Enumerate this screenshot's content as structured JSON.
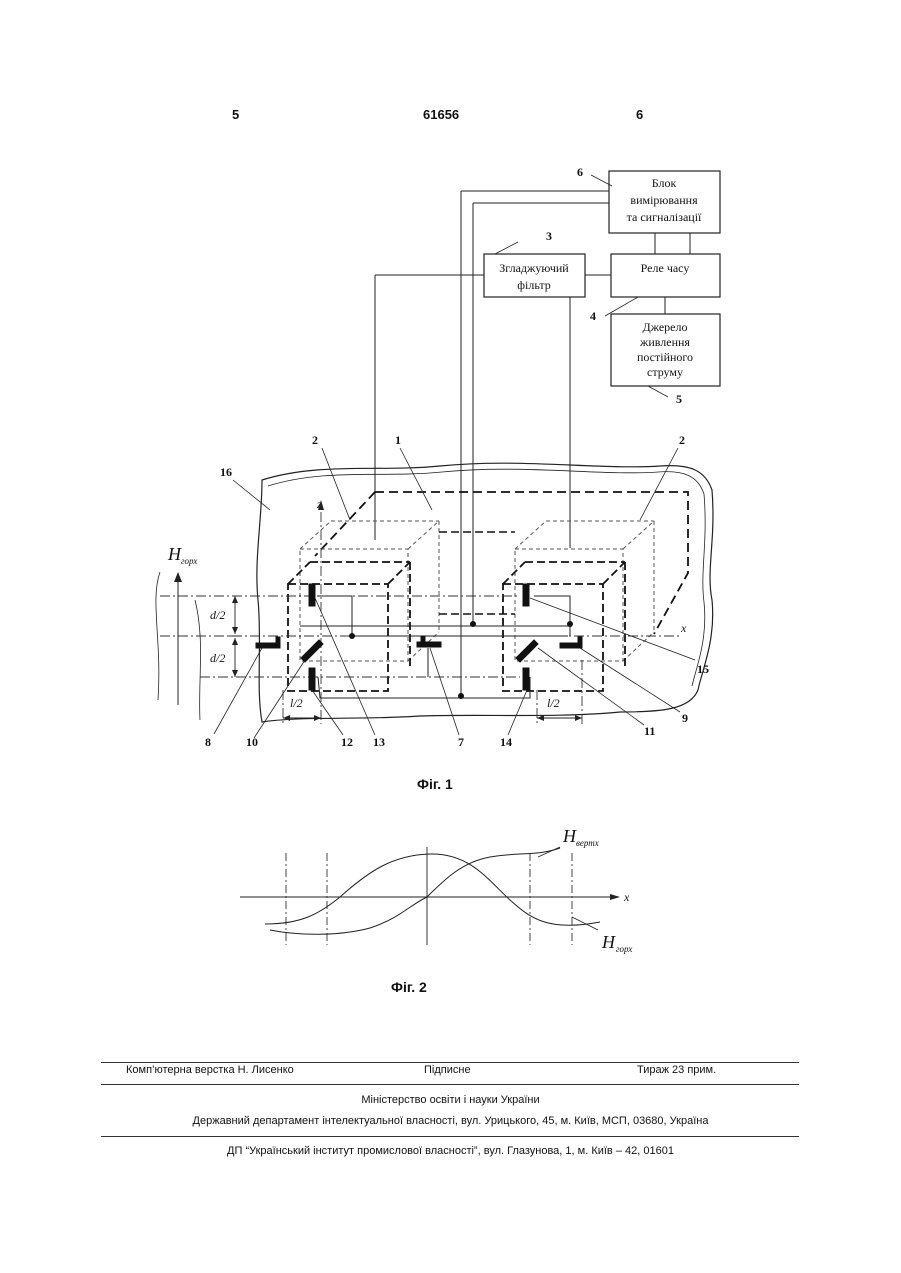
{
  "header": {
    "page_left": "5",
    "patent_number": "61656",
    "page_right": "6"
  },
  "figure1": {
    "caption": "Фіг. 1",
    "block_measure": [
      "Блок",
      "вимірювання",
      "та сигналізації"
    ],
    "block_filter": [
      "Згладжуючий",
      "фільтр"
    ],
    "block_relay": [
      "Реле часу"
    ],
    "block_power": [
      "Джерело",
      "живлення",
      "постійного",
      "струму"
    ],
    "axis_z": "z",
    "axis_x": "x",
    "h_horiz": {
      "base": "H",
      "sub": "горх"
    },
    "dim_d2_top": "d/2",
    "dim_d2_bottom": "d/2",
    "dim_l2_left": "l/2",
    "dim_l2_right": "l/2",
    "labels": {
      "n1": "1",
      "n2a": "2",
      "n2b": "2",
      "n3": "3",
      "n4": "4",
      "n5": "5",
      "n6": "6",
      "n7": "7",
      "n8": "8",
      "n9": "9",
      "n10": "10",
      "n11": "11",
      "n12": "12",
      "n13": "13",
      "n14": "14",
      "n15": "15",
      "n16": "16"
    }
  },
  "figure2": {
    "caption": "Фіг. 2",
    "axis_x": "x",
    "h_vert": {
      "base": "H",
      "sub": "вертх"
    },
    "h_horiz": {
      "base": "H",
      "sub": "горх"
    }
  },
  "footer": {
    "layout": "Комп’ютерна верстка Н. Лисенко",
    "signed": "Підписне",
    "circulation": "Тираж 23 прим.",
    "ministry": "Міністерство освіти і науки України",
    "department": "Державний департамент інтелектуальної власності, вул. Урицького, 45, м. Київ, МСП, 03680, Україна",
    "institute": "ДП “Український інститут промислової власності”, вул. Глазунова, 1, м. Київ – 42, 01601"
  }
}
